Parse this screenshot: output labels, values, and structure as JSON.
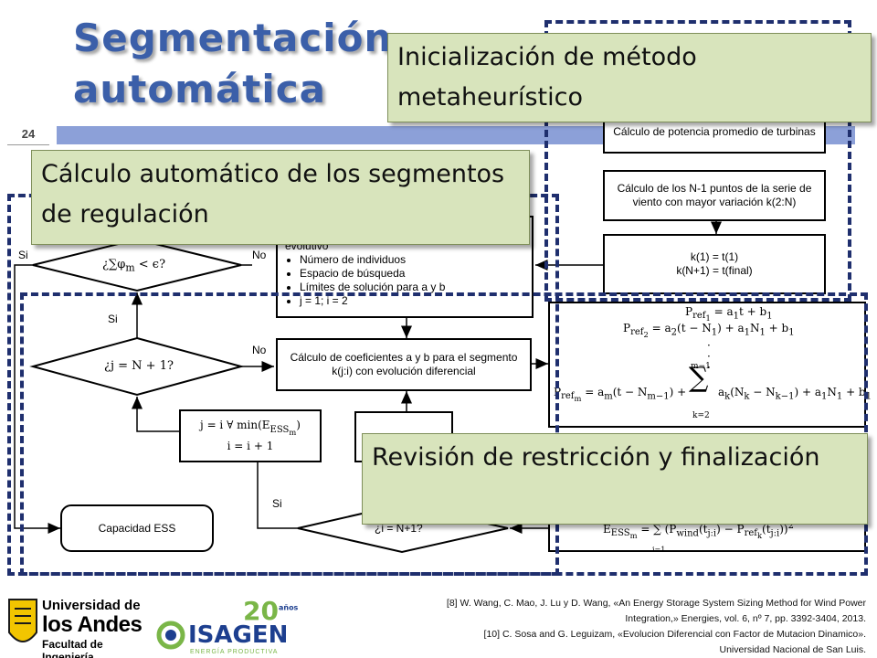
{
  "slide": {
    "title_line1": "Segmentación",
    "title_line2": "automática",
    "page_number": "24"
  },
  "callouts": {
    "metaheuristic": "Inicialización de método metaheurístico",
    "segments": "Cálculo automático de los segmentos de regulación",
    "restriction": "Revisión de restricción y finalización"
  },
  "flowchart": {
    "avg_power": "Cálculo de potencia promedio de turbinas",
    "n1_points": "Cálculo de los N-1 puntos de la serie de viento con mayor variación k(2:N)",
    "k_bounds_line1": "k(1) = t(1)",
    "k_bounds_line2": "k(N+1) = t(final)",
    "init_header": "evolutivo",
    "init_items": [
      "Número de individuos",
      "Espacio de búsqueda",
      "Límites de solución para a y b",
      "j = 1; i = 2"
    ],
    "coef_calc": "Cálculo de coeficientes a y b para el segmento k(j:i) con evolución diferencial",
    "ess_capacity": "Capacidad ESS",
    "decision_sum": "¿∑φ",
    "decision_sum_sub": "m",
    "decision_sum_rest": " < ϵ?",
    "decision_j": "¿j = N + 1?",
    "decision_i": "¿i = N+1?",
    "update_line1": "j = i ∀ min(E",
    "update_line2": "i = i + 1",
    "label_si": "Si",
    "label_no": "No"
  },
  "references": {
    "ref8": "[8] W. Wang, C. Mao, J. Lu y D. Wang, «An Energy Storage System Sizing Method for Wind Power Integration,» Energies, vol. 6, nº 7, pp. 3392-3404, 2013.",
    "ref10": "[10] C. Sosa and G. Leguizam, «Evolucion Diferencial con Factor de Mutacion Dinamico». Universidad Nacional de San Luis."
  },
  "logos": {
    "uniandes_line1": "Universidad de",
    "uniandes_line2": "los Andes",
    "uniandes_line3": "Facultad de Ingeniería",
    "isagen": "ISAGEN",
    "isagen_tagline": "ENERGÍA PRODUCTIVA",
    "anniversary": "20",
    "anniversary_suffix": "años"
  },
  "colors": {
    "title": "#3b5fa9",
    "bar": "#8ca0d8",
    "callout_bg": "#d8e4bc",
    "dash": "#1f2f6e",
    "uniandes_yellow": "#f2c500",
    "isagen_green": "#7ab648",
    "isagen_blue": "#1d3f8f"
  }
}
